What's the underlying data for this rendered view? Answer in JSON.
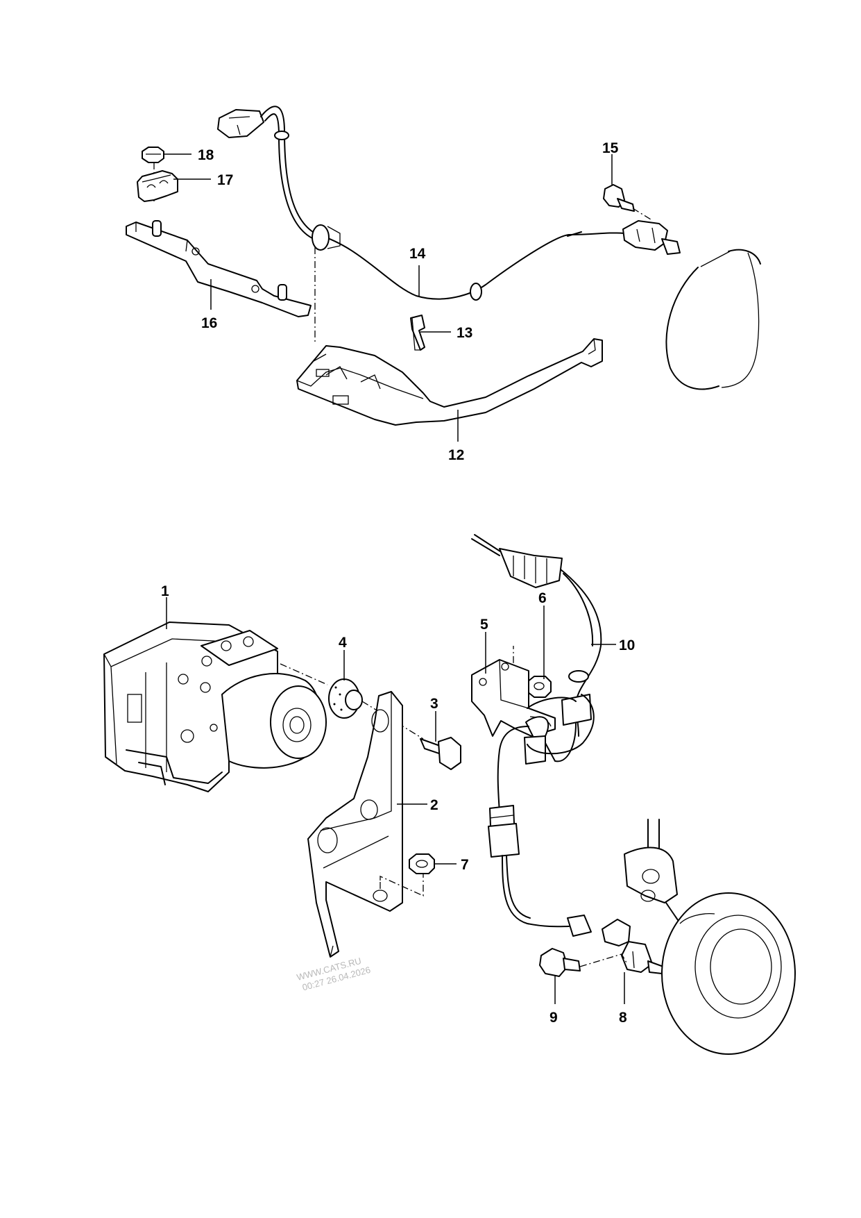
{
  "callouts": {
    "p1": "1",
    "p2": "2",
    "p3": "3",
    "p4": "4",
    "p5": "5",
    "p6": "6",
    "p7": "7",
    "p8": "8",
    "p9": "9",
    "p10": "10",
    "p12": "12",
    "p13": "13",
    "p14": "14",
    "p15": "15",
    "p16": "16",
    "p17": "17",
    "p18": "18"
  },
  "watermark": {
    "line1": "WWW.CATS.RU",
    "line2": "00:27 26.04.2026"
  },
  "colors": {
    "line": "#000000",
    "background": "#ffffff",
    "watermark": "#b8b8b8"
  }
}
